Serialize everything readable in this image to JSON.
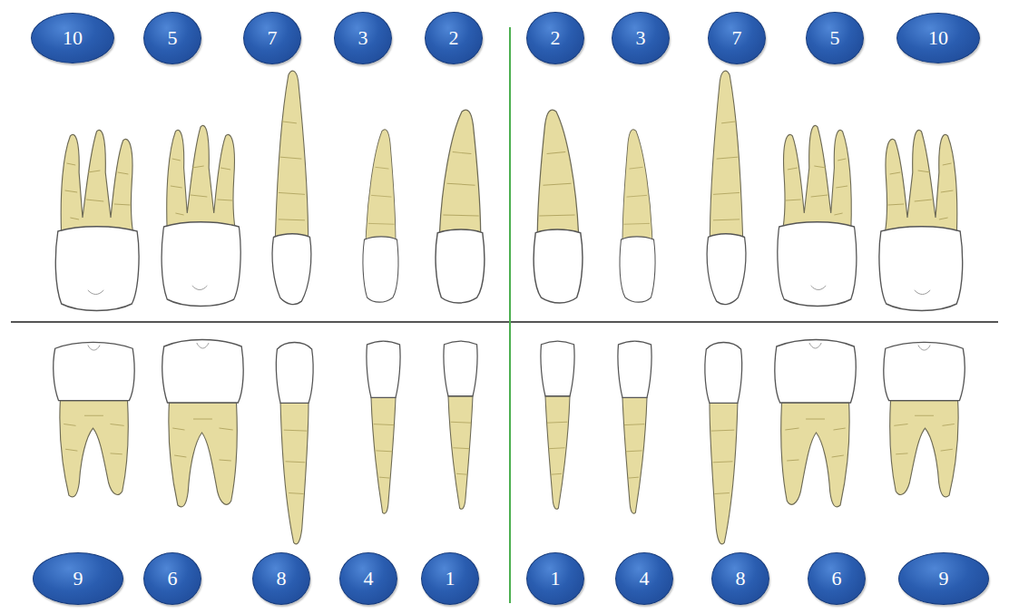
{
  "diagram": {
    "nodes": [
      {
        "text": [
          "10"
        ]
      },
      {
        "text": [
          "5"
        ]
      },
      {
        "text": [
          "7"
        ]
      },
      {
        "text": [
          "3"
        ]
      },
      {
        "text": [
          "2"
        ]
      },
      {
        "text": [
          "2"
        ]
      },
      {
        "text": [
          "3"
        ]
      },
      {
        "text": [
          "7"
        ]
      },
      {
        "text": [
          "5"
        ]
      },
      {
        "text": [
          "10"
        ]
      },
      {
        "text": [
          "9"
        ]
      },
      {
        "text": [
          "6"
        ]
      },
      {
        "text": [
          "8"
        ]
      },
      {
        "text": [
          "4"
        ]
      },
      {
        "text": [
          "1"
        ]
      },
      {
        "text": [
          "1"
        ]
      },
      {
        "text": [
          "4"
        ]
      },
      {
        "text": [
          "8"
        ]
      },
      {
        "text": [
          "6"
        ]
      },
      {
        "text": [
          "9"
        ]
      }
    ]
  }
}
